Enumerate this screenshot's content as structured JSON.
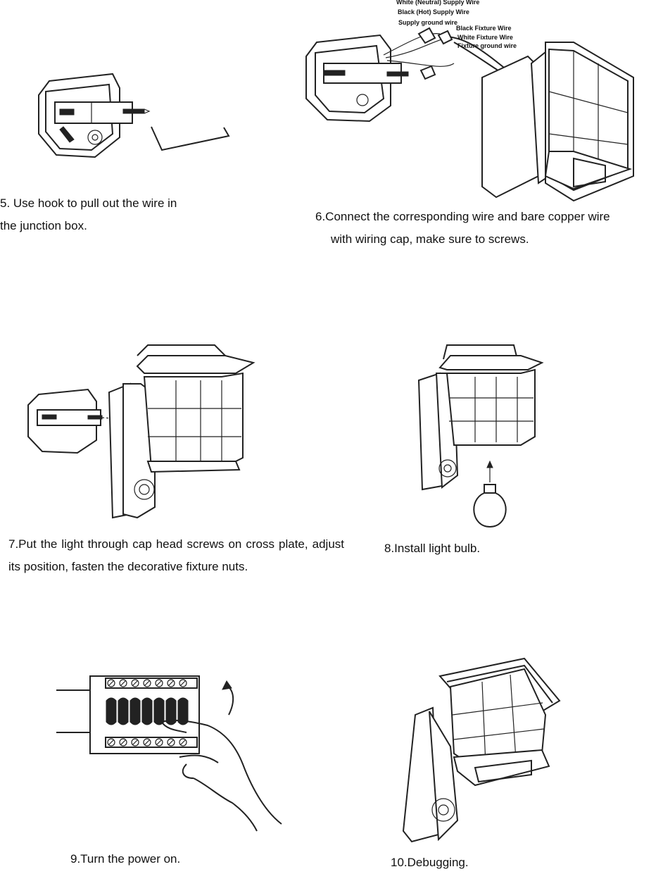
{
  "steps": [
    {
      "caption_line1": "5. Use hook to pull out the wire in",
      "caption_line2": "the junction box."
    },
    {
      "caption_line1": "6.Connect the corresponding wire and bare copper wire",
      "caption_line2": "with wiring cap, make sure to screws."
    },
    {
      "caption": "7.Put the light through cap head screws on cross plate, adjust its position, fasten the decorative fixture nuts."
    },
    {
      "caption": "8.Install light bulb."
    },
    {
      "caption": "9.Turn the power on."
    },
    {
      "caption": "10.Debugging."
    }
  ],
  "wire_labels": {
    "white_supply": "White (Neutral) Supply Wire",
    "black_supply": "Black (Hot) Supply Wire",
    "supply_ground": "Supply ground wire",
    "black_fixture": "Black Fixture Wire",
    "white_fixture": "White Fixture Wire",
    "fixture_ground": "Fixture ground wire"
  }
}
